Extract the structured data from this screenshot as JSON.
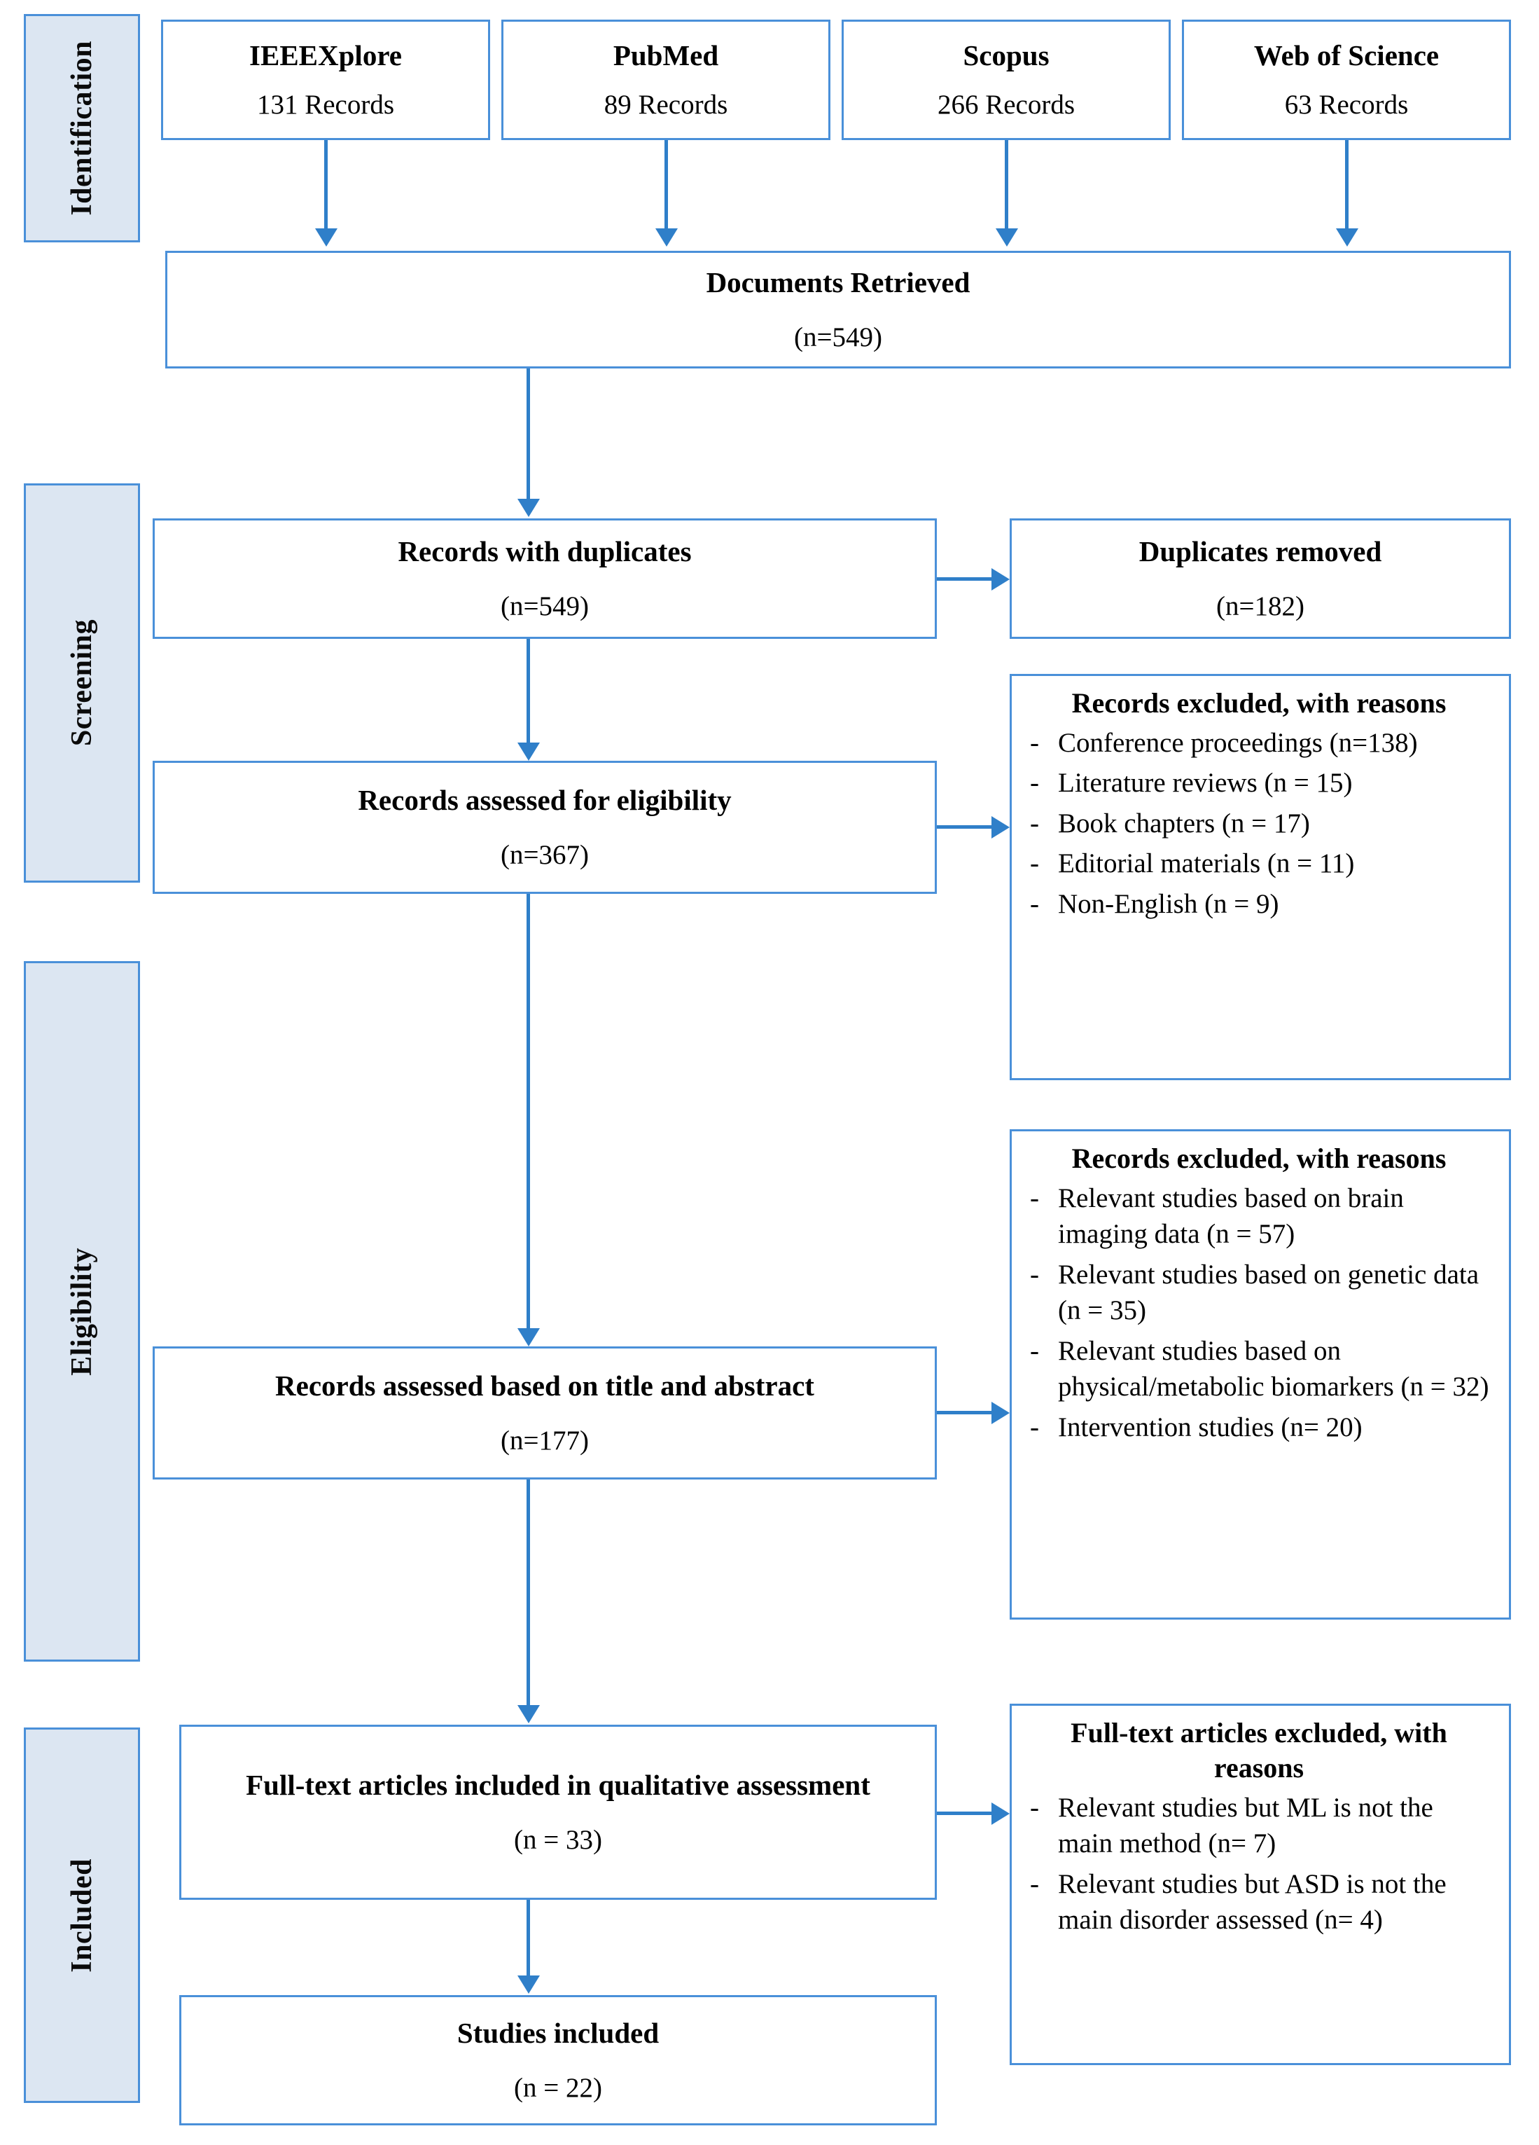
{
  "diagram": {
    "title": "PRISMA flow diagram",
    "accent_color": "#4a90d9",
    "stage_fill": "#dce6f2",
    "line_color": "#2f7fc9"
  },
  "stages": [
    {
      "label": "Identification"
    },
    {
      "label": "Screening"
    },
    {
      "label": "Eligibility"
    },
    {
      "label": "Included"
    }
  ],
  "sources": [
    {
      "name": "IEEExplore",
      "display": "IEEEXplore",
      "count": "131 Records"
    },
    {
      "name": "PubMed",
      "display": "PubMed",
      "count": "89 Records"
    },
    {
      "name": "Scopus",
      "display": "Scopus",
      "count": "266 Records"
    },
    {
      "name": "Web of Science",
      "display": "Web of Science",
      "count": "63 Records"
    }
  ],
  "nodes": {
    "documents_retrieved": {
      "title": "Documents Retrieved",
      "count": "(n=549)"
    },
    "records_with_duplicates": {
      "title": "Records with duplicates",
      "count": "(n=549)"
    },
    "duplicates_removed": {
      "title": "Duplicates removed",
      "count": "(n=182)"
    },
    "records_assessed_eligibility": {
      "title": "Records assessed for eligibility",
      "count": "(n=367)"
    },
    "records_assessed_title_abstract": {
      "title": "Records assessed based on title and abstract",
      "count": "(n=177)"
    },
    "full_text_included": {
      "title": "Full-text articles included in qualitative assessment",
      "count": "(n = 33)"
    },
    "studies_included": {
      "title": "Studies included",
      "count": "(n = 22)"
    }
  },
  "exclusions": {
    "screening": {
      "heading": "Records excluded, with reasons",
      "items": [
        "Conference proceedings (n=138)",
        "Literature reviews (n = 15)",
        "Book chapters (n = 17)",
        "Editorial materials (n = 11)",
        "Non-English (n = 9)"
      ]
    },
    "eligibility": {
      "heading": "Records excluded, with reasons",
      "items": [
        "Relevant studies based on brain imaging data (n = 57)",
        "Relevant studies based on genetic data (n = 35)",
        "Relevant studies based on physical/metabolic biomarkers (n = 32)",
        "Intervention studies (n= 20)"
      ]
    },
    "fulltext": {
      "heading": "Full-text articles excluded, with reasons",
      "items": [
        "Relevant studies but ML is not the main method (n= 7)",
        "Relevant studies but ASD is not the main disorder assessed (n= 4)"
      ]
    }
  },
  "chart_data": {
    "type": "table",
    "title": "PRISMA study selection counts",
    "categories": [
      "IEEEXplore",
      "PubMed",
      "Scopus",
      "Web of Science",
      "Documents Retrieved",
      "Records with duplicates",
      "Duplicates removed",
      "Records assessed for eligibility",
      "Records assessed based on title and abstract",
      "Full-text articles included in qualitative assessment",
      "Studies included"
    ],
    "values": [
      131,
      89,
      266,
      63,
      549,
      549,
      182,
      367,
      177,
      33,
      22
    ],
    "exclusion_counts": {
      "Conference proceedings": 138,
      "Literature reviews": 15,
      "Book chapters": 17,
      "Editorial materials": 11,
      "Non-English": 9,
      "Brain imaging data studies": 57,
      "Genetic data studies": 35,
      "Physical/metabolic biomarker studies": 32,
      "Intervention studies": 20,
      "ML not main method": 7,
      "ASD not main disorder": 4
    }
  }
}
